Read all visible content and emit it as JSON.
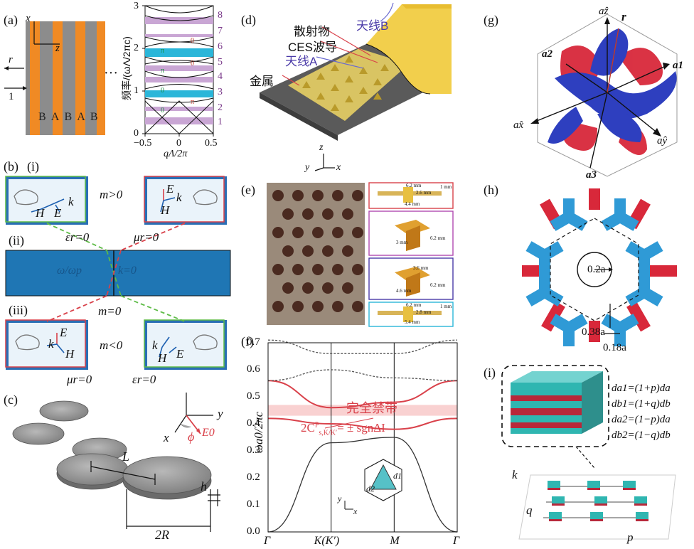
{
  "panel_labels": {
    "a": "(a)",
    "b": "(b)",
    "c": "(c)",
    "d": "(d)",
    "e": "(e)",
    "f": "(f)",
    "g": "(g)",
    "h": "(h)",
    "i": "(i)"
  },
  "a": {
    "axis_x": "x",
    "axis_z": "z",
    "arrow_r": "r",
    "arrow_1": "1",
    "layers": "B A B A B",
    "layer_letters": [
      "B",
      "A",
      "B",
      "A",
      "B"
    ],
    "dots": "···",
    "ylabel": "频率/(ωΛ/2πc)",
    "xlabel": "qΛ/2π",
    "yticks": [
      "0",
      "1",
      "2",
      "3"
    ],
    "xticks": [
      "−0.5",
      "0",
      "0.5"
    ],
    "band_numbers": [
      "1",
      "2",
      "3",
      "4",
      "5",
      "6",
      "7",
      "8"
    ],
    "inner_labels": [
      "0",
      "π",
      "0",
      "π",
      "0",
      "π",
      "0"
    ],
    "colors": {
      "orange": "#f08a24",
      "gray": "#8c8c8c",
      "purple": "#c9a6d4",
      "cyan": "#2bb6d9"
    }
  },
  "b": {
    "sub_i": "(i)",
    "sub_ii": "(ii)",
    "sub_iii": "(iii)",
    "m_pos": "m>0",
    "m_zero": "m=0",
    "m_neg": "m<0",
    "er0_top": "εr=0",
    "mr0_top": "μr=0",
    "mr0_bot": "μr=0",
    "er0_bot": "εr=0",
    "bar_text": "ω/ωp",
    "k0": "k=0",
    "box_tl": {
      "k": "k",
      "H": "H",
      "E": "E"
    },
    "box_tr": {
      "E": "E",
      "k": "k",
      "H": "H"
    },
    "box_bl": {
      "E": "E",
      "k": "k",
      "H": "H"
    },
    "box_br": {
      "k": "k",
      "H": "H",
      "E": "E"
    }
  },
  "c": {
    "L": "L",
    "h": "h",
    "R": "2R",
    "x": "x",
    "y": "y",
    "phi": "ϕ",
    "E0": "E0"
  },
  "d": {
    "scatter": "散射物",
    "ces": "CES波导",
    "antA": "天线A",
    "antB": "天线B",
    "metal": "金属",
    "axes": {
      "z": "z",
      "y": "y",
      "x": "x"
    }
  },
  "e": {
    "dims1": [
      "6.2 mm",
      "1 mm",
      "2.6 mm",
      "4.4 mm"
    ],
    "dims2": [
      "6.2 mm",
      "3 mm"
    ],
    "dims3": [
      "3.6 mm",
      "4.6 mm",
      "6.2 mm"
    ],
    "dims4": [
      "6.2 mm",
      "1 mm",
      "2.8 mm",
      "5.4 mm"
    ]
  },
  "f": {
    "ylabel": "ωa0/2πc",
    "yticks": [
      "0.0",
      "0.1",
      "0.2",
      "0.3",
      "0.4",
      "0.5",
      "0.6",
      "0.7"
    ],
    "xticks": [
      "Γ",
      "K(K′)",
      "M",
      "Γ"
    ],
    "gap_label": "完全禁带",
    "chern_label": "2C",
    "chern_sup": "P",
    "chern_sub": "s,K/K′",
    "chern_rhs": "= ± sgnΔI",
    "inset": {
      "d1": "d1",
      "d2": "d2",
      "x": "x",
      "y": "y"
    }
  },
  "g": {
    "az": "aẑ",
    "r": "r",
    "a1": "a1",
    "a2": "a2",
    "a3": "a3",
    "ax": "ax̂",
    "ay": "aŷ"
  },
  "h": {
    "r02": "0.2a",
    "w038": "0.38a",
    "w018": "0.18a"
  },
  "i": {
    "da1": "da1=(1+p)da",
    "db1": "db1=(1+q)db",
    "da2": "da2=(1−p)da",
    "db2": "db2=(1−q)db",
    "k": "k",
    "q": "q",
    "p": "p"
  },
  "chart_data": {
    "type": "line",
    "title": "",
    "xlabel": "",
    "ylabel": "ωa0/2πc",
    "x": [
      "Γ",
      "K(K′)",
      "M",
      "Γ"
    ],
    "ylim": [
      0,
      0.7
    ],
    "series": [
      {
        "values": [
          0.0,
          0.33,
          0.35,
          0.0
        ]
      },
      {
        "values": [
          0.42,
          0.4,
          0.38,
          0.42
        ]
      },
      {
        "values": [
          0.56,
          0.46,
          0.48,
          0.56
        ]
      },
      {
        "values": [
          0.56,
          0.6,
          0.57,
          0.56
        ]
      },
      {
        "values": [
          0.71,
          0.66,
          0.66,
          0.71
        ]
      }
    ],
    "band_gap": [
      0.43,
      0.47
    ]
  }
}
